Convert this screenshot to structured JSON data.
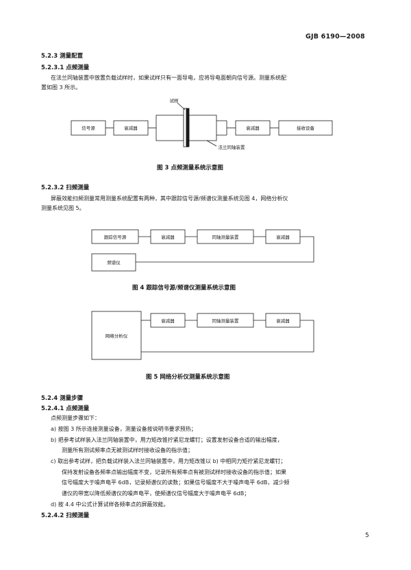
{
  "header": {
    "standard_no": "GJB 6190—2008"
  },
  "sections": {
    "s523": "5.2.3  测量配置",
    "s5231": "5.2.3.1  点频测量",
    "s5231_p1": "在法兰同轴装置中放置负载试样时，如果试样只有一面导电，应将导电面朝向信号源。测量系统配",
    "s5231_p2": "置如图 3 所示。",
    "s5232": "5.2.3.2  扫频测量",
    "s5232_p1": "屏蔽效能扫频测量常用测量系统配置有两种，其中跟踪信号源/频谱仪测量系统见图 4，网络分析仪",
    "s5232_p2": "测量系统见图 5。",
    "s524": "5.2.4  测量步骤",
    "s5241": "5.2.4.1  点频测量",
    "s5241_intro": "点频测量步骤如下：",
    "step_a": "a)  按图 3 所示连接测量设备，测量设备按说明书要求预热；",
    "step_b1": "b)  把参考试样装入法兰同轴装置中，用力矩改锥拧紧尼龙螺钉；设置发射设备合适的输出幅度，",
    "step_b2": "测量所有测试频率点无被测试样时接收设备的指示值；",
    "step_c1": "c)  取出参考试样，把负载试样装入法兰同轴装置中，用力矩改锥以 b) 中相同力矩拧紧尼龙螺钉；",
    "step_c2": "保持发射设备各频率点输出幅度不变，记录所有频率点有被测试样时接收设备的指示值；如果",
    "step_c3": "信号幅度大于噪声电平 6dB，记录频谱仪的读数；如果信号幅度不大于噪声电平 6dB，减少频",
    "step_c4": "谱仪的带宽以降低频谱仪的噪声电平，使频谱仪信号幅度大于噪声电平 6dB；",
    "step_d": "d)  按 4.4 中公式计算试样各频率点的屏蔽效能。",
    "s5242": "5.2.4.2  扫频测量"
  },
  "fig3": {
    "caption": "图 3   点频测量系统示意图",
    "signal_source": "信号源",
    "attenuator1": "衰减器",
    "attenuator2": "衰减器",
    "receiver": "接收设备",
    "sample_label": "试样",
    "flange_label": "法兰同轴装置"
  },
  "fig4": {
    "caption": "图 4   跟踪信号源/频谱仪测量系统示意图",
    "tracking_source": "跟踪信号源",
    "attenuator1": "衰减器",
    "coax_fixture": "同轴测量装置",
    "attenuator2": "衰减器",
    "spectrum_analyzer": "频谱仪"
  },
  "fig5": {
    "caption": "图 5   网络分析仪测量系统示意图",
    "network_analyzer": "网络分析仪",
    "attenuator1": "衰减器",
    "coax_fixture": "同轴测量装置",
    "attenuator2": "衰减器"
  },
  "page_number": "5"
}
